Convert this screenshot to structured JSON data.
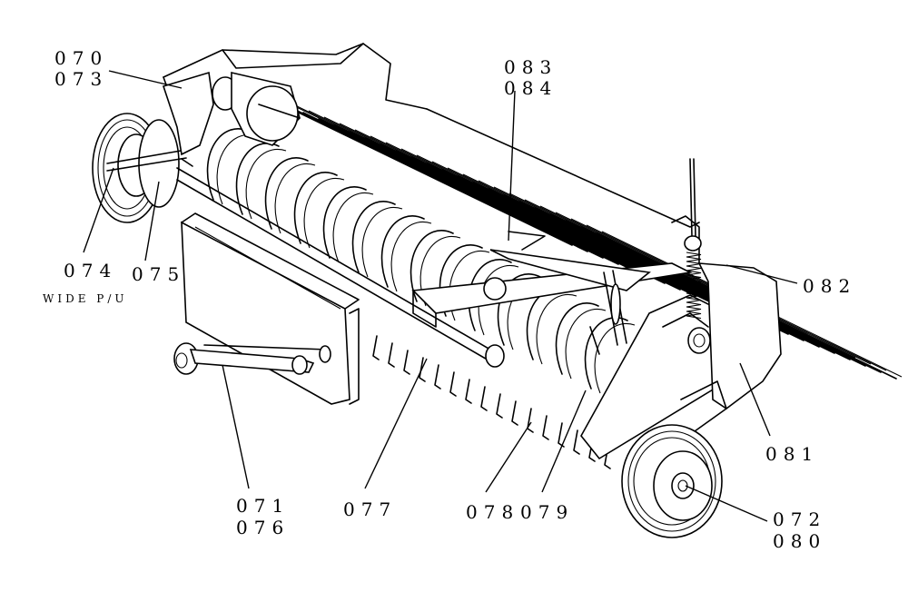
{
  "labels": {
    "l070": "070",
    "l073": "073",
    "l083": "083",
    "l084": "084",
    "l074": "074",
    "l075": "075",
    "wide": "WIDE P/U",
    "l082": "082",
    "l081": "081",
    "l071": "071",
    "l076": "076",
    "l077": "077",
    "l078": "078",
    "l079": "079",
    "l072": "072",
    "l080": "080"
  }
}
